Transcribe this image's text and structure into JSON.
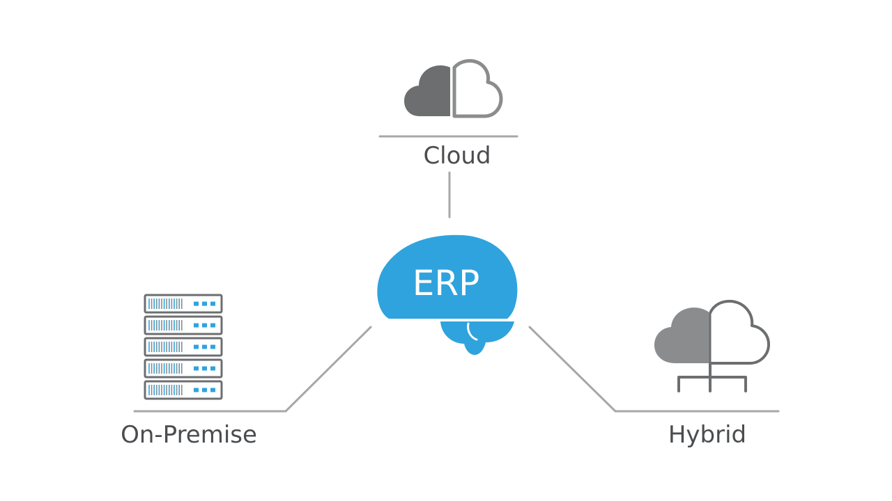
{
  "diagram": {
    "center": {
      "label": "ERP",
      "icon": "brain-icon"
    },
    "nodes": [
      {
        "id": "cloud",
        "label": "Cloud",
        "icon": "cloud-icon"
      },
      {
        "id": "on-premise",
        "label": "On-Premise",
        "icon": "server-rack-icon"
      },
      {
        "id": "hybrid",
        "label": "Hybrid",
        "icon": "hybrid-cloud-icon"
      }
    ]
  },
  "colors": {
    "accent": "#2fa3dd",
    "dark_gray": "#6c6e70",
    "mid_gray": "#8a8c8e",
    "line_gray": "#a5a7a9",
    "text": "#4a4c4f"
  }
}
